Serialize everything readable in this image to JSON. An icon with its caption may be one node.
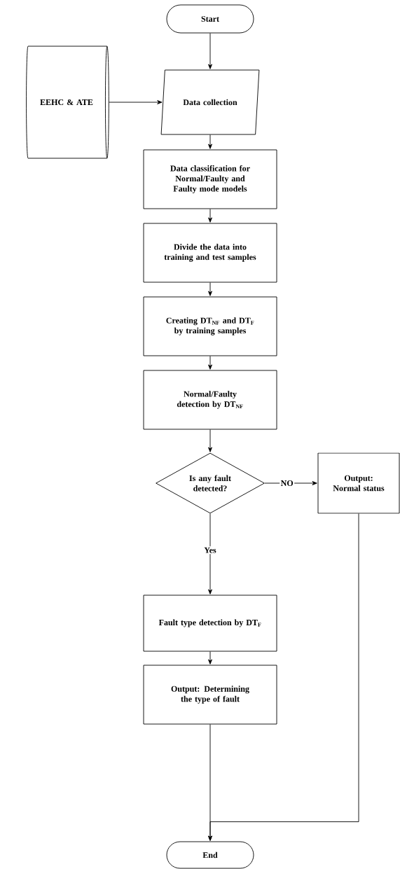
{
  "diagram": {
    "nodes": [
      {
        "text": [
          "Start"
        ]
      },
      {
        "text": [
          "EEHC & ATE"
        ]
      },
      {
        "text": [
          "Data collection"
        ]
      },
      {
        "text": [
          "Data classification for Normal/Faulty and Faulty mode models"
        ]
      },
      {
        "text": [
          "Divide the data into training and test samples"
        ]
      },
      {
        "text": [
          "Creating DT$_{NF}$ and DT$_{F}$ by training samples"
        ]
      },
      {
        "text": [
          "Normal/Faulty detection by DT$_{NF}$"
        ]
      },
      {
        "text": [
          "Is any fault detected?"
        ]
      },
      {
        "text": [
          "Output: Normal status"
        ]
      },
      {
        "text": [
          "Fault type detection by DT$_{F}$"
        ]
      },
      {
        "text": [
          "Output: Determining the type of fault"
        ]
      },
      {
        "text": [
          "End"
        ]
      }
    ],
    "edges": [
      {
        "from": 0,
        "to": 2,
        "arrow": "to"
      },
      {
        "from": 1,
        "to": 2,
        "arrow": "to"
      },
      {
        "from": 2,
        "to": 3,
        "arrow": "to"
      },
      {
        "from": 3,
        "to": 4,
        "arrow": "to"
      },
      {
        "from": 4,
        "to": 5,
        "arrow": "to"
      },
      {
        "from": 5,
        "to": 6,
        "arrow": "to"
      },
      {
        "from": 6,
        "to": 7,
        "arrow": "to"
      },
      {
        "from": 7,
        "to": 8,
        "arrow": "to",
        "label": "NO"
      },
      {
        "from": 7,
        "to": 9,
        "arrow": "to",
        "label": "Yes"
      },
      {
        "from": 9,
        "to": 10,
        "arrow": "to"
      },
      {
        "from": 10,
        "to": 11,
        "arrow": "to"
      },
      {
        "from": 8,
        "to": 11,
        "arrow": "to"
      }
    ]
  }
}
